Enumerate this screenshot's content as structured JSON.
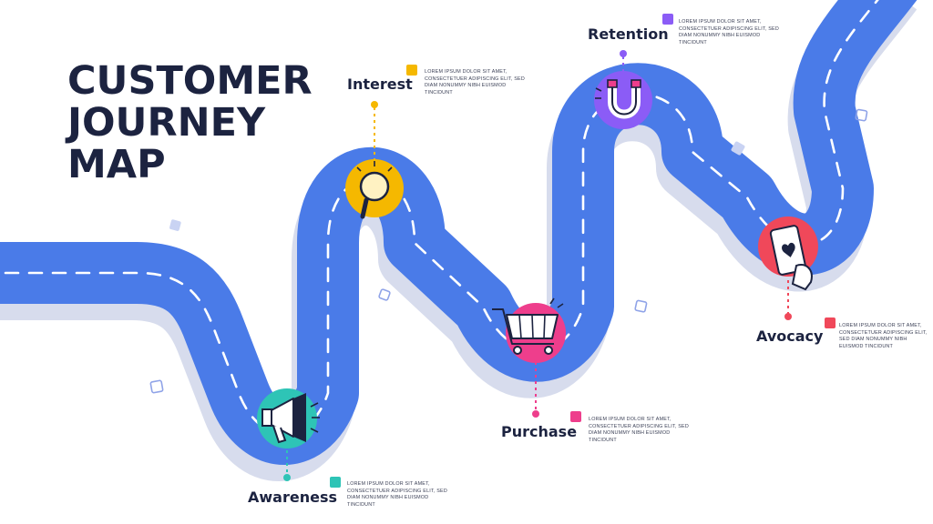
{
  "title_lines": [
    "CUSTOMER",
    "JOURNEY",
    "MAP"
  ],
  "stages": [
    {
      "label": "Awareness",
      "icon": "megaphone-icon",
      "color": "#2ec4b6",
      "desc": "Lorem ipsum dolor sit amet, consectetuer adipiscing elit, sed diam nonummy nibh euismod tincidunt"
    },
    {
      "label": "Interest",
      "icon": "magnifier-icon",
      "color": "#f5b800",
      "desc": "Lorem ipsum dolor sit amet, consectetuer adipiscing elit, sed diam nonummy nibh euismod tincidunt"
    },
    {
      "label": "Purchase",
      "icon": "shopping-cart-icon",
      "color": "#ee3e8c",
      "desc": "Lorem ipsum dolor sit amet, consectetuer adipiscing elit, sed diam nonummy nibh euismod tincidunt"
    },
    {
      "label": "Retention",
      "icon": "magnet-icon",
      "color": "#8b5cf6",
      "desc": "Lorem ipsum dolor sit amet, consectetuer adipiscing elit, sed diam nonummy nibh euismod tincidunt"
    },
    {
      "label": "Avocacy",
      "icon": "phone-heart-icon",
      "color": "#f0485a",
      "desc": "Lorem ipsum dolor sit amet, consectetuer adipiscing elit, sed diam nonummy nibh euismod tincidunt"
    }
  ],
  "colors": {
    "road": "#4a7be8",
    "road_shadow": "#d7dced",
    "title": "#1c2340",
    "confetti": "#8fa3e8"
  }
}
